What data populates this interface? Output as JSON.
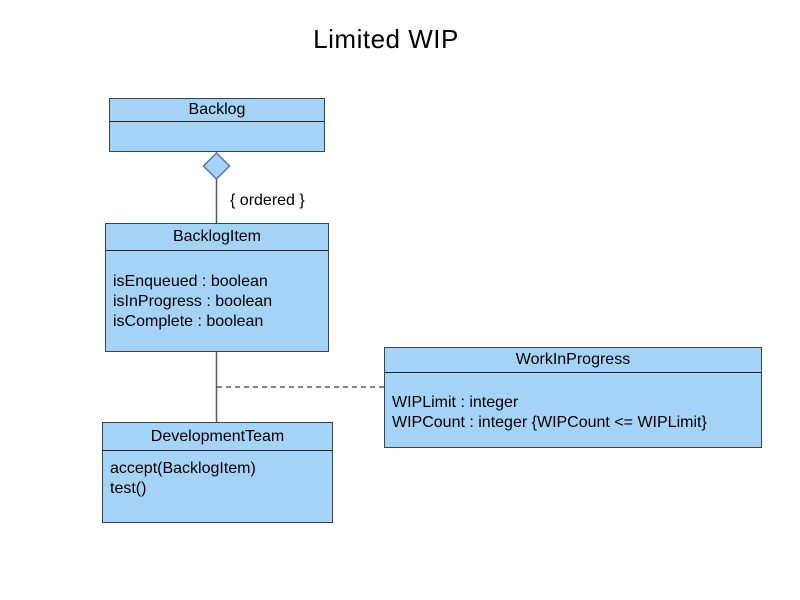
{
  "diagram": {
    "title": "Limited WIP",
    "constraint_label": "{ ordered }",
    "classes": [
      {
        "name": "Backlog",
        "members": []
      },
      {
        "name": "BacklogItem",
        "members": [
          "isEnqueued : boolean",
          "isInProgress : boolean",
          "isComplete : boolean"
        ]
      },
      {
        "name": "WorkInProgress",
        "members": [
          "WIPLimit : integer",
          "WIPCount : integer {WIPCount <= WIPLimit}"
        ]
      },
      {
        "name": "DevelopmentTeam",
        "members": [
          "accept(BacklogItem)",
          "test()"
        ]
      }
    ],
    "relationships": [
      {
        "type": "aggregation",
        "from": "Backlog",
        "to": "BacklogItem",
        "label": "{ ordered }"
      },
      {
        "type": "association",
        "from": "BacklogItem",
        "to": "DevelopmentTeam"
      },
      {
        "type": "dashed-dependency",
        "from": "BacklogItem-DevelopmentTeam line",
        "to": "WorkInProgress"
      }
    ],
    "colors": {
      "background": "#FFFFFF",
      "class_fill": "#A5D3F7",
      "class_border": "#36454F",
      "diamond_fill": "#A5D3F7",
      "diamond_border": "#4E7BB4",
      "connector": "#5A5A5A",
      "dashed_connector": "#3C3C3C",
      "text": "#000000"
    }
  }
}
